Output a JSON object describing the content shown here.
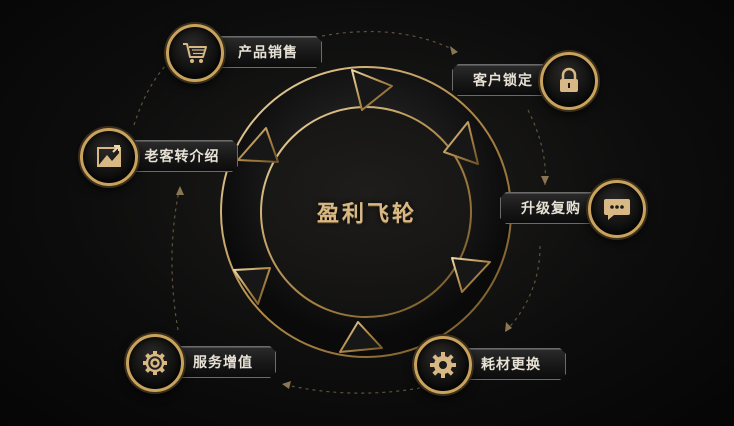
{
  "diagram": {
    "title": "盈利飞轮",
    "accent_color": "#c9a25c",
    "nodes": [
      {
        "id": "sales",
        "label": "产品销售",
        "icon": "shopping-cart-icon"
      },
      {
        "id": "lock",
        "label": "客户锁定",
        "icon": "padlock-icon"
      },
      {
        "id": "upgrade",
        "label": "升级复购",
        "icon": "chat-bubble-icon"
      },
      {
        "id": "consumables",
        "label": "耗材更换",
        "icon": "gear-icon"
      },
      {
        "id": "service",
        "label": "服务增值",
        "icon": "gear-icon"
      },
      {
        "id": "referral",
        "label": "老客转介绍",
        "icon": "growth-chart-icon"
      }
    ]
  }
}
